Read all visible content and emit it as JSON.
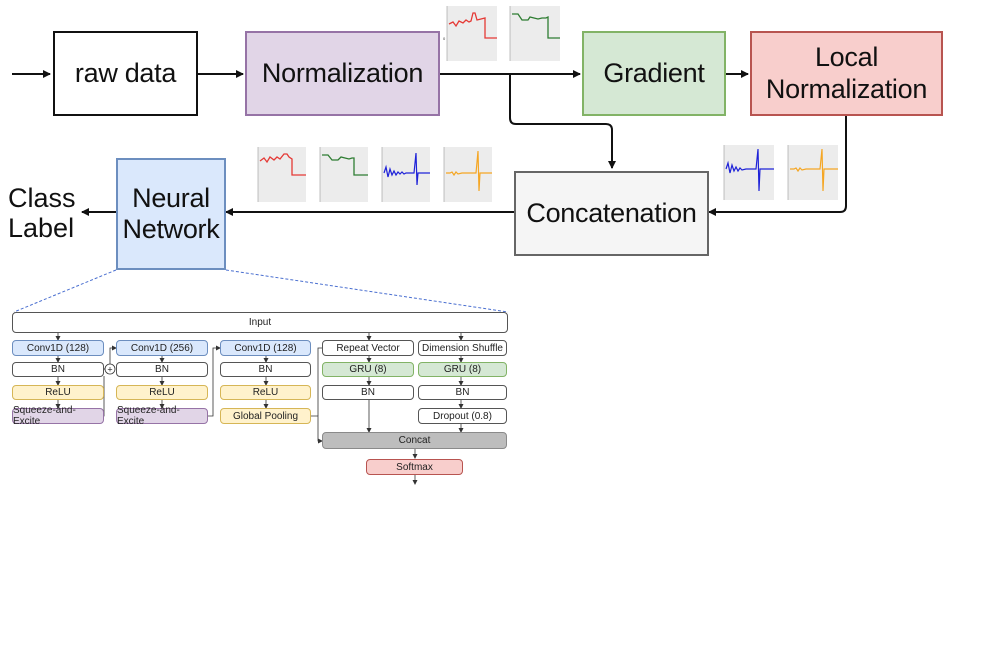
{
  "colors": {
    "norm_fill": "#e1d5e7",
    "norm_border": "#9673a6",
    "grad_fill": "#d5e8d4",
    "grad_border": "#82b366",
    "local_fill": "#f8cecc",
    "local_border": "#b85450",
    "concat_fill": "#f5f5f5",
    "concat_border": "#666666",
    "nn_fill": "#dae8fc",
    "nn_border": "#6c8ebf",
    "blue_small": "#dae8fc",
    "yellow_small": "#fff2cc",
    "purple_small": "#e1d5e7",
    "green_small": "#d5e8d4",
    "red_small": "#f8cecc",
    "gray_concat": "#bdbdbd"
  },
  "pipeline": {
    "raw_data": "raw data",
    "normalization": "Normalization",
    "gradient": "Gradient",
    "local_norm_line1": "Local",
    "local_norm_line2": "Normalization",
    "concatenation": "Concatenation",
    "nn_line1": "Neural",
    "nn_line2": "Network",
    "class_line1": "Class",
    "class_line2": "Label"
  },
  "detail": {
    "input": "Input",
    "fcn": {
      "col1": [
        "Conv1D (128)",
        "BN",
        "ReLU",
        "Squeeze-and-Excite"
      ],
      "col2": [
        "Conv1D (256)",
        "BN",
        "ReLU",
        "Squeeze-and-Excite"
      ],
      "col3": [
        "Conv1D (128)",
        "BN",
        "ReLU",
        "Global Pooling"
      ]
    },
    "rnn1": [
      "Repeat Vector",
      "GRU (8)",
      "BN"
    ],
    "rnn2": [
      "Dimension Shuffle",
      "GRU (8)",
      "BN",
      "Dropout (0.8)"
    ],
    "concat": "Concat",
    "softmax": "Softmax",
    "sum_symbol": "+"
  },
  "thumbnails": [
    "red-signal",
    "green-signal",
    "blue-signal",
    "orange-signal"
  ]
}
